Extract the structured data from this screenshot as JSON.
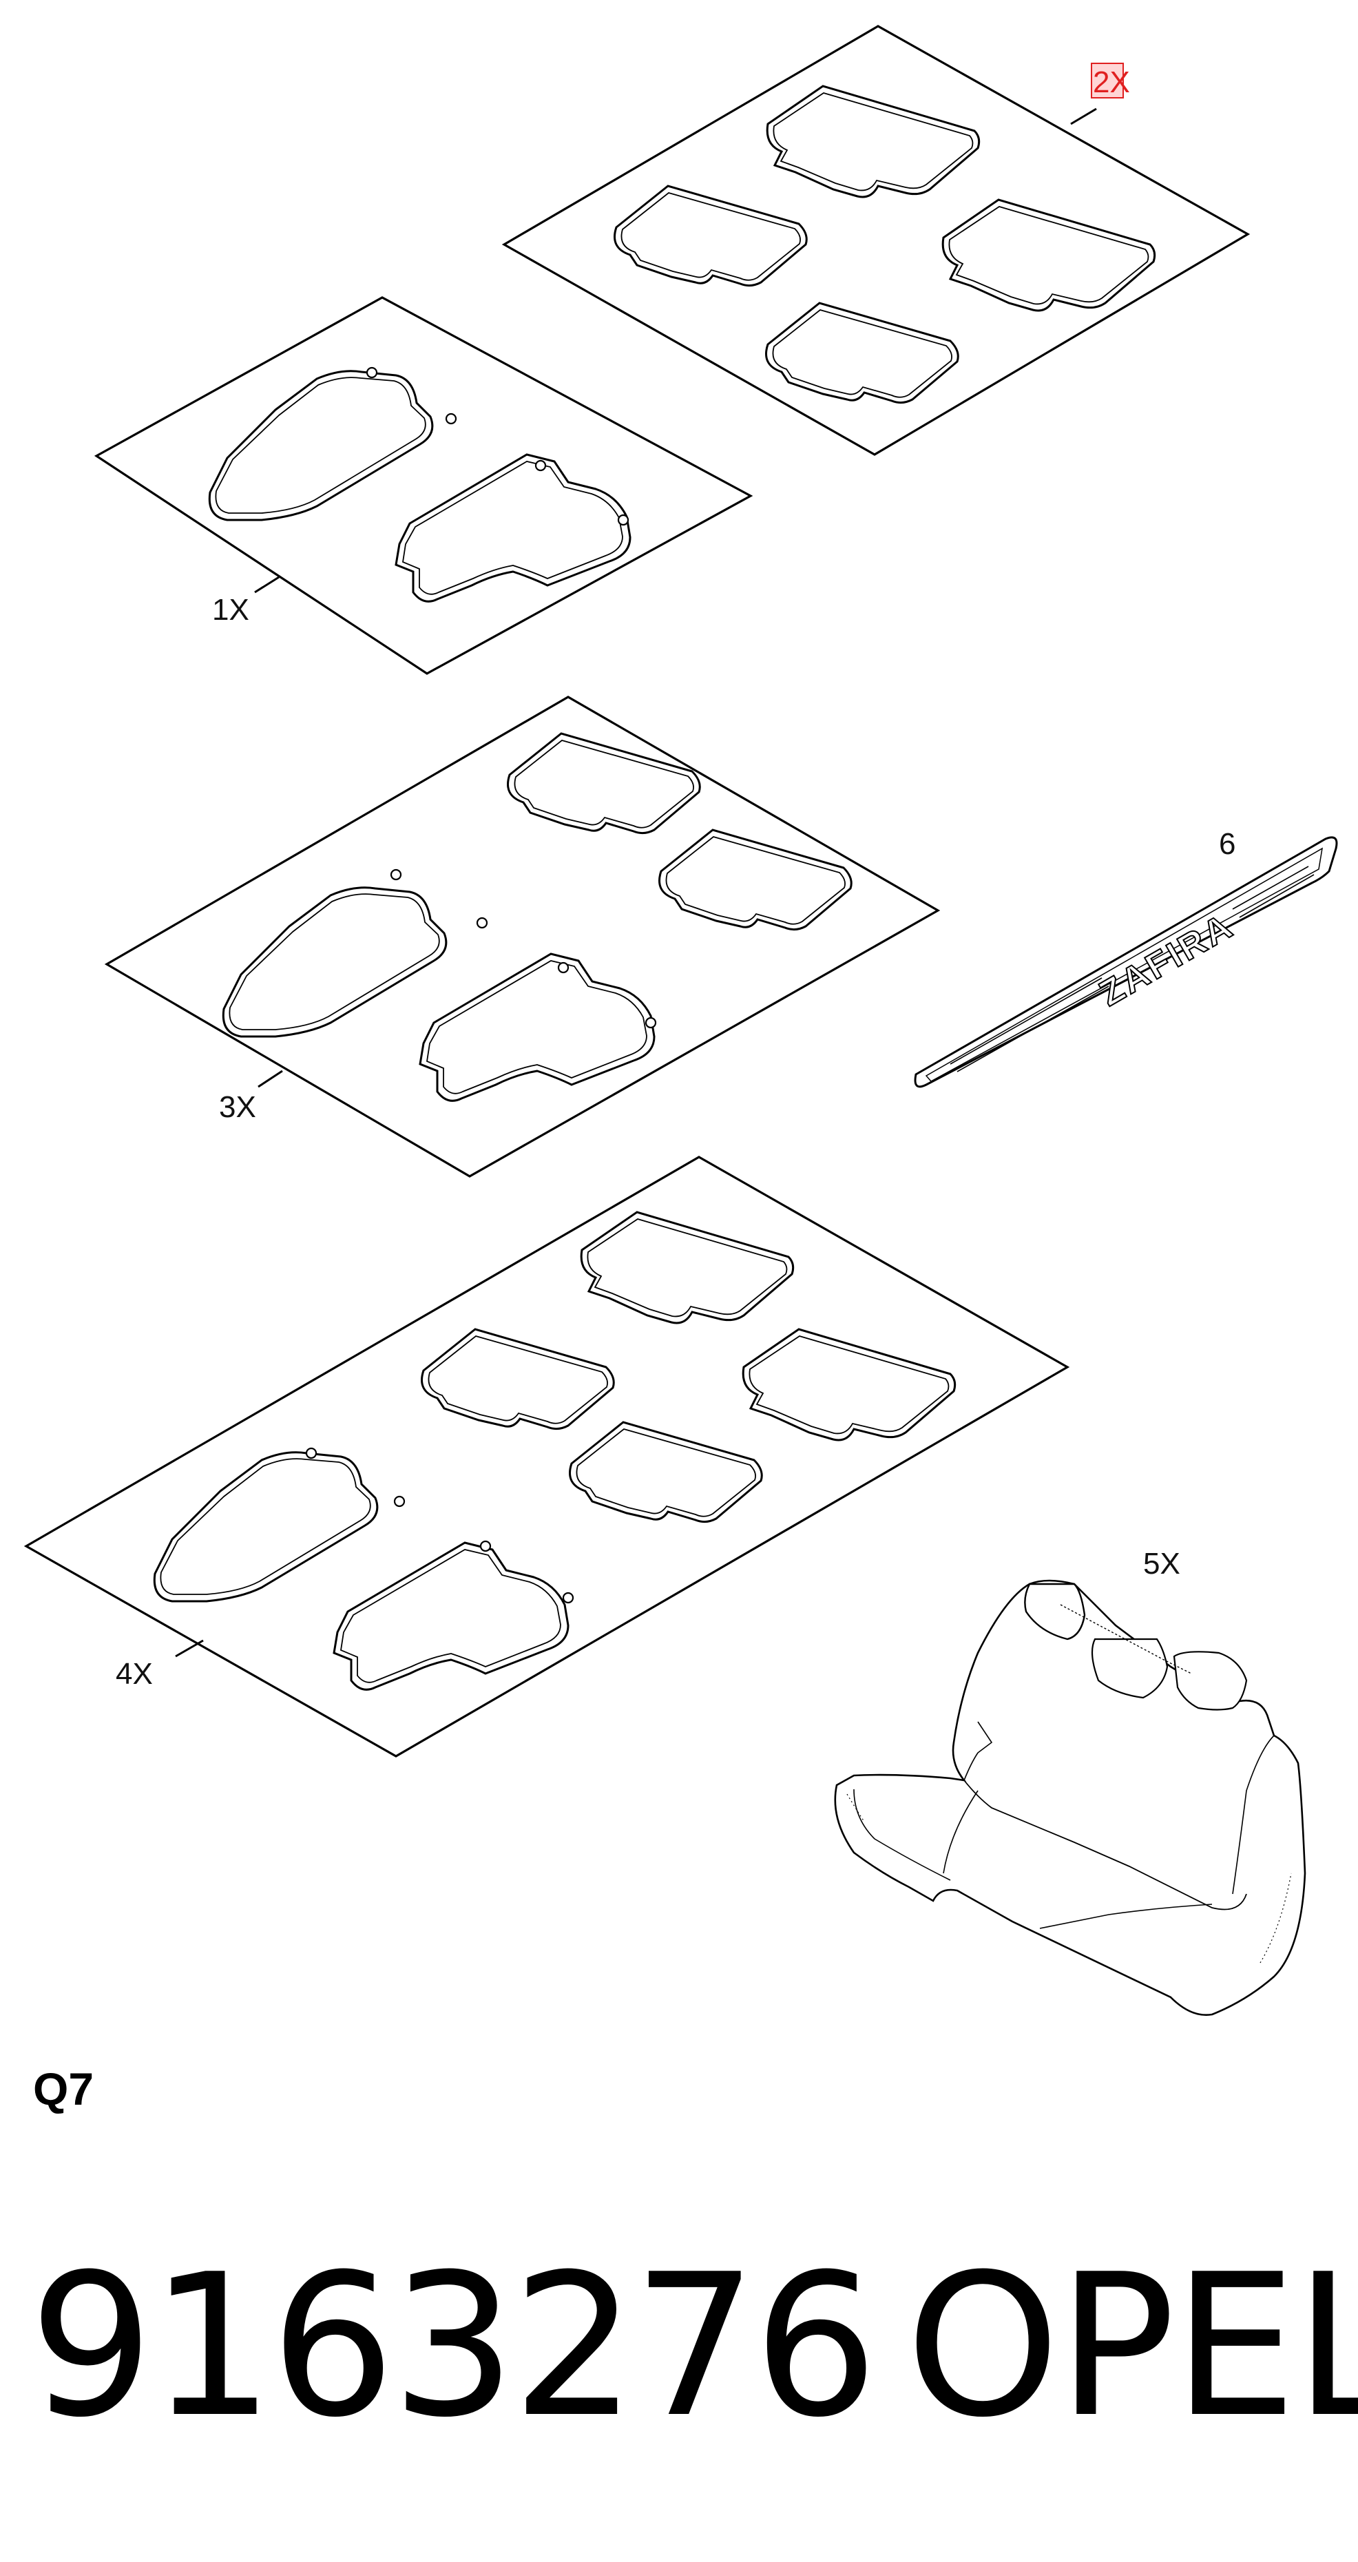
{
  "diagram": {
    "callouts": {
      "set_2": "2X",
      "set_1": "1X",
      "set_3": "3X",
      "set_4": "4X",
      "item_6": "6",
      "item_5": "5X"
    },
    "sill_plate_text": "ZAFIRA",
    "highlight_color": "#e02020"
  },
  "footer": {
    "section_code": "Q7",
    "part_number": "9163276",
    "brand": "OPEL"
  }
}
